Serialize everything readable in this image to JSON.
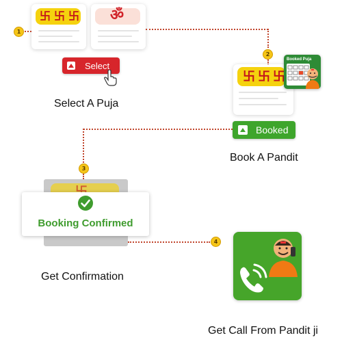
{
  "steps": [
    {
      "number": "1",
      "label": "Select A Puja",
      "button_label": "Select"
    },
    {
      "number": "2",
      "label": "Book A Pandit",
      "button_label": "Booked",
      "calendar_title": "Booked Puja"
    },
    {
      "number": "3",
      "label": "Get Confirmation",
      "confirm_text": "Booking Confirmed"
    },
    {
      "number": "4",
      "label": "Get Call From Pandit ji"
    }
  ],
  "symbols": {
    "swastika": "卐",
    "om": "ॐ"
  },
  "colors": {
    "select_button": "#d7252b",
    "booked_button": "#3ea52c",
    "confirm_green": "#3f9c2e",
    "yellow": "#f5d20e",
    "connector": "#c0432a",
    "step_badge": "#f5c518",
    "call_tile": "#46a52a"
  },
  "icons": [
    "swastika-icon",
    "om-icon",
    "cursor-hand-icon",
    "book-icon",
    "calendar-icon",
    "pandit-icon",
    "check-circle-icon",
    "phone-icon"
  ]
}
